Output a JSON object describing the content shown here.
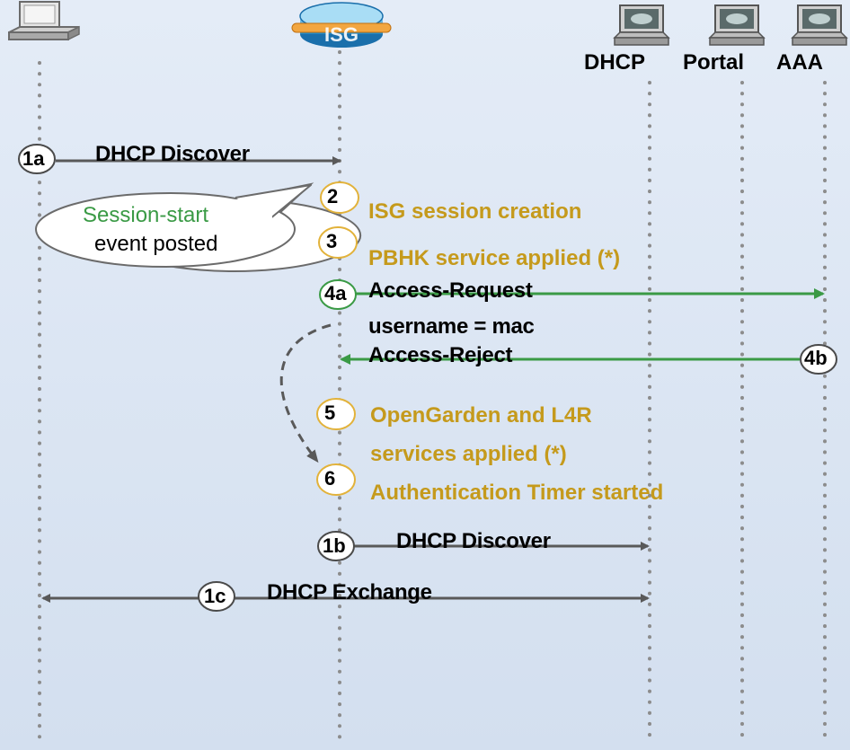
{
  "entities": {
    "dhcp_label": "DHCP",
    "portal_label": "Portal",
    "aaa_label": "AAA",
    "isg_label": "ISG"
  },
  "messages": {
    "m1a": "DHCP Discover",
    "m4a_line1": "Access-Request",
    "m4a_line2": "username = mac",
    "m4b": "Access-Reject",
    "m1b": "DHCP Discover",
    "m1c": "DHCP Exchange"
  },
  "steps": {
    "s1a": "1a",
    "s2": "2",
    "s3": "3",
    "s4a": "4a",
    "s4b": "4b",
    "s5": "5",
    "s6": "6",
    "s1b": "1b",
    "s1c": "1c"
  },
  "events": {
    "e2": "ISG session creation",
    "e3": "PBHK service applied (*)",
    "e5_line1": "OpenGarden and L4R",
    "e5_line2": "services applied (*)",
    "e6": "Authentication Timer started"
  },
  "callout": {
    "line1": "Session-start",
    "line2": "event posted"
  },
  "colors": {
    "gold": "#c59a1c",
    "green_arrow": "#3a9a45",
    "gray_arrow": "#595959",
    "callout_green": "#3a9a45"
  }
}
